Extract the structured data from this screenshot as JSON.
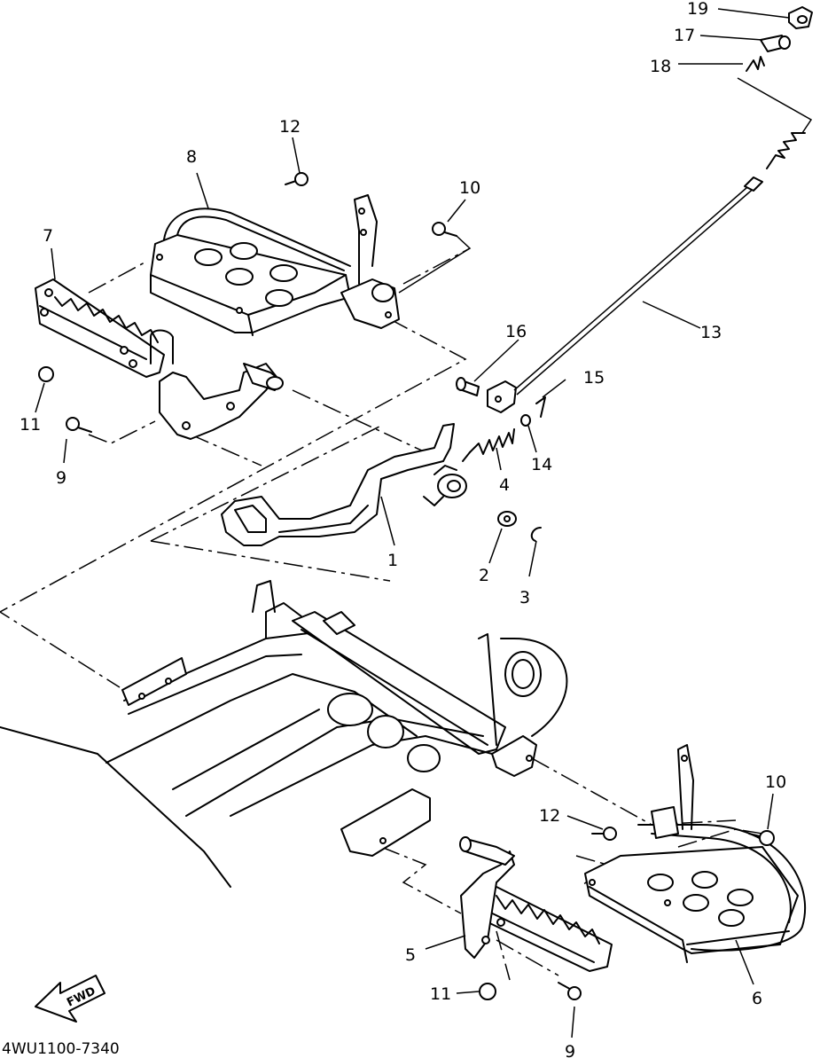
{
  "diagram": {
    "code": "4WU1100-7340",
    "fwd_label": "FWD",
    "callouts": [
      {
        "id": "c1",
        "label": "1"
      },
      {
        "id": "c2",
        "label": "2"
      },
      {
        "id": "c3",
        "label": "3"
      },
      {
        "id": "c4",
        "label": "4"
      },
      {
        "id": "c5",
        "label": "5"
      },
      {
        "id": "c6",
        "label": "6"
      },
      {
        "id": "c7",
        "label": "7"
      },
      {
        "id": "c8",
        "label": "8"
      },
      {
        "id": "c9a",
        "label": "9"
      },
      {
        "id": "c9b",
        "label": "9"
      },
      {
        "id": "c10a",
        "label": "10"
      },
      {
        "id": "c10b",
        "label": "10"
      },
      {
        "id": "c11a",
        "label": "11"
      },
      {
        "id": "c11b",
        "label": "11"
      },
      {
        "id": "c12a",
        "label": "12"
      },
      {
        "id": "c12b",
        "label": "12"
      },
      {
        "id": "c13",
        "label": "13"
      },
      {
        "id": "c14",
        "label": "14"
      },
      {
        "id": "c15",
        "label": "15"
      },
      {
        "id": "c16",
        "label": "16"
      },
      {
        "id": "c17",
        "label": "17"
      },
      {
        "id": "c18",
        "label": "18"
      },
      {
        "id": "c19",
        "label": "19"
      }
    ]
  }
}
